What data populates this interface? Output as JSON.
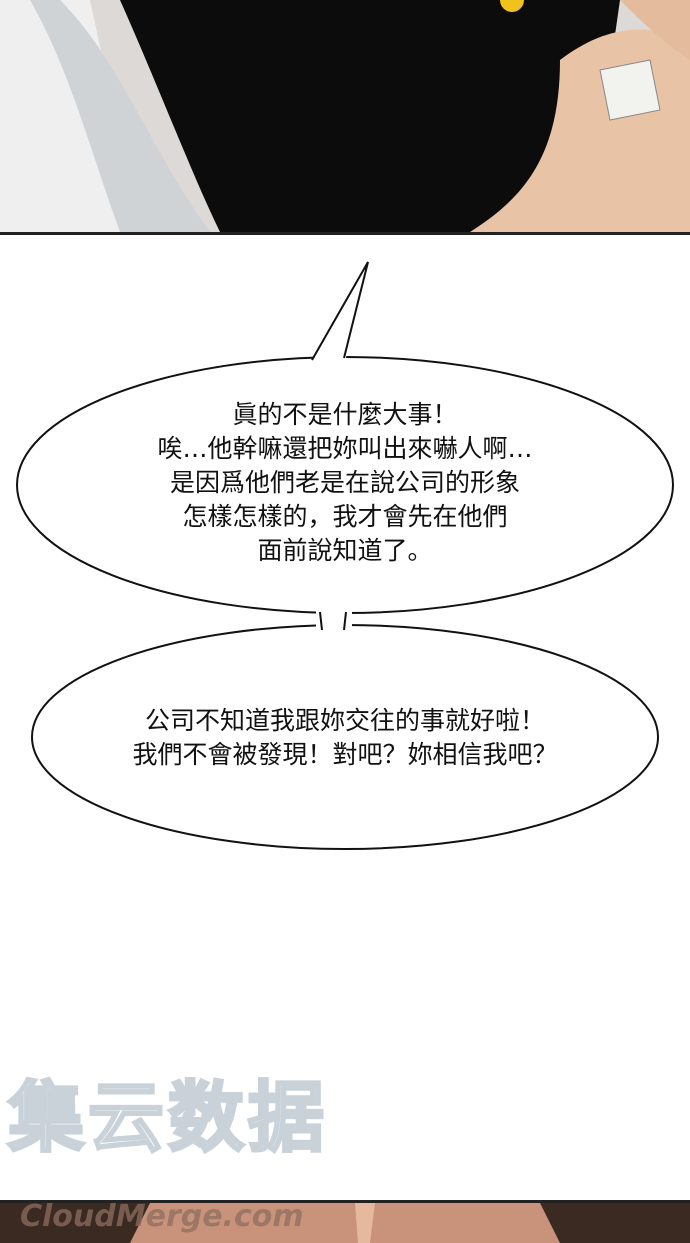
{
  "bubble1": {
    "lines": [
      "眞的不是什麼大事！",
      "唉…他幹嘛還把妳叫出來嚇人啊…",
      "是因爲他們老是在說公司的形象",
      "怎樣怎樣的，我才會先在他們",
      "面前說知道了。"
    ]
  },
  "bubble2": {
    "lines": [
      "公司不知道我跟妳交往的事就好啦！",
      "我們不會被發現！對吧？妳相信我吧？"
    ]
  },
  "watermark": {
    "main": "集云数据",
    "sub": "CloudMerge.com"
  },
  "colors": {
    "panel_border": "#222222",
    "skin": "#e8c3a6",
    "shirt": "#0c0c0c"
  }
}
